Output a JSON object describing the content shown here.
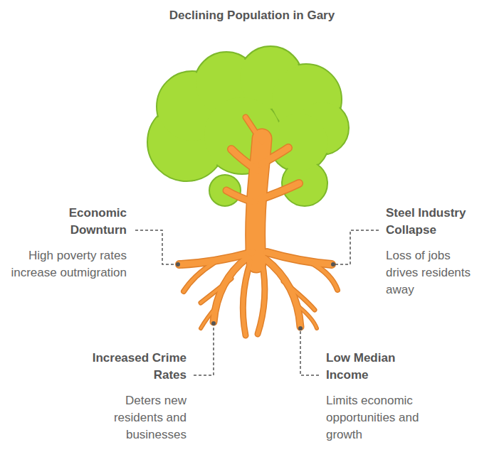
{
  "diagram": {
    "title": "Declining Population in Gary",
    "labels": [
      "Economic Downturn",
      "High poverty rates increase outmigration",
      "Steel Industry Collapse",
      "Loss of jobs drives residents away",
      "Increased Crime Rates",
      "Deters new residents and businesses",
      "Low Median Income",
      "Limits economic opportunities and growth"
    ]
  }
}
